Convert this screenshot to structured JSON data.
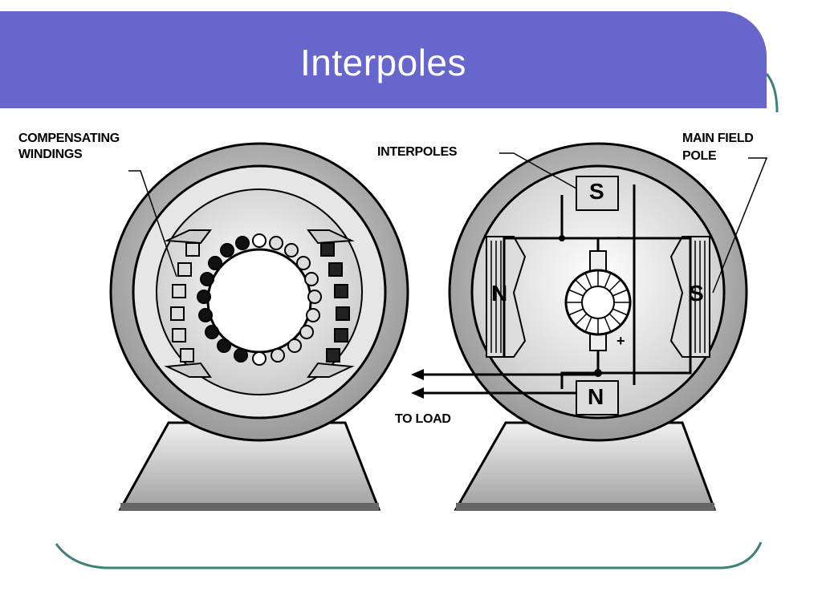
{
  "slide": {
    "title": "Interpoles",
    "colors": {
      "title_bar": "#6766cc",
      "frame_line": "#3f7f7a",
      "title_text": "#ffffff"
    }
  },
  "diagram": {
    "labels": {
      "compensating_line1": "COMPENSATING",
      "compensating_line2": "WINDINGS",
      "interpoles": "INTERPOLES",
      "main_field_line1": "MAIN FIELD",
      "main_field_line2": "POLE",
      "to_load": "TO LOAD",
      "plus": "+",
      "minus": "-"
    },
    "poles": {
      "interpole_top": "S",
      "interpole_bottom": "N",
      "main_left": "N",
      "main_right": "S"
    }
  }
}
